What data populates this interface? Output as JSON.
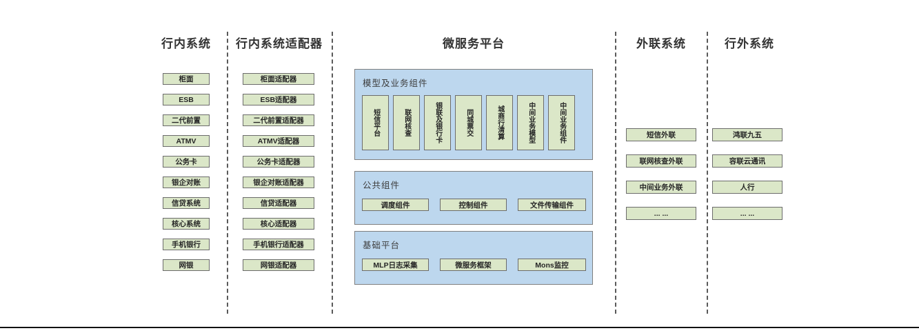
{
  "colors": {
    "node_fill": "#dbe7c8",
    "node_border": "#6b6b6b",
    "panel_fill": "#bdd7ee",
    "panel_border": "#7f7f7f",
    "divider": "#595959",
    "text": "#333333",
    "bottom_line": "#111111"
  },
  "headers": {
    "bank_systems": "行内系统",
    "bank_adapters": "行内系统适配器",
    "microservice_platform": "微服务平台",
    "external_gateway": "外联系统",
    "external_systems": "行外系统"
  },
  "bank_systems": [
    "柜面",
    "ESB",
    "二代前置",
    "ATMV",
    "公务卡",
    "银企对账",
    "信贷系统",
    "核心系统",
    "手机银行",
    "网银"
  ],
  "bank_adapters": [
    "柜面适配器",
    "ESB适配器",
    "二代前置适配器",
    "ATMV适配器",
    "公务卡适配器",
    "银企对账适配器",
    "信贷适配器",
    "核心适配器",
    "手机银行适配器",
    "网银适配器"
  ],
  "model_panel": {
    "title": "模型及业务组件",
    "items": [
      "短信平台",
      "联网核查",
      "银联及银行卡",
      "同城票交",
      "城商行清算",
      "中间业务模型",
      "中间业务组件"
    ]
  },
  "common_panel": {
    "title": "公共组件",
    "items": [
      "调度组件",
      "控制组件",
      "文件传输组件"
    ]
  },
  "base_panel": {
    "title": "基础平台",
    "items": [
      "MLP日志采集",
      "微服务框架",
      "Mons监控"
    ]
  },
  "external_gateway": [
    "短信外联",
    "联网核查外联",
    "中间业务外联",
    "... ..."
  ],
  "external_systems": [
    "鸿联九五",
    "容联云通讯",
    "人行",
    "... ..."
  ]
}
